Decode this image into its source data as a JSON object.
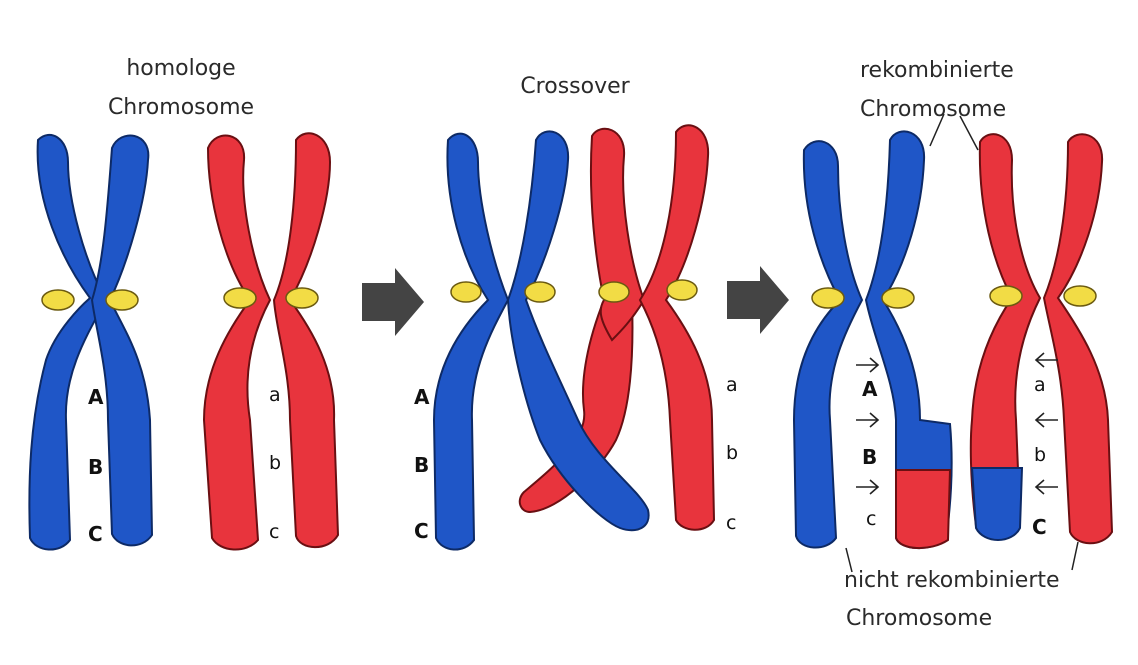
{
  "labels": {
    "homologous_line1": "homologe",
    "homologous_line2": "Chromosome",
    "crossover": "Crossover",
    "recombined_line1": "rekombinierte",
    "recombined_line2": "Chromosome",
    "nonrecombined_line1": "nicht rekombinierte",
    "nonrecombined_line2": "Chromosome"
  },
  "genes": {
    "dominant": [
      "A",
      "B",
      "C"
    ],
    "recessive": [
      "a",
      "b",
      "c"
    ],
    "recombined_blue": [
      "A",
      "B",
      "c"
    ],
    "recombined_red": [
      "a",
      "b",
      "C"
    ]
  },
  "colors": {
    "chromosome_blue": "#1f56c7",
    "chromosome_red": "#e8343d",
    "centromere": "#f2dc45",
    "arrow": "#444444"
  }
}
